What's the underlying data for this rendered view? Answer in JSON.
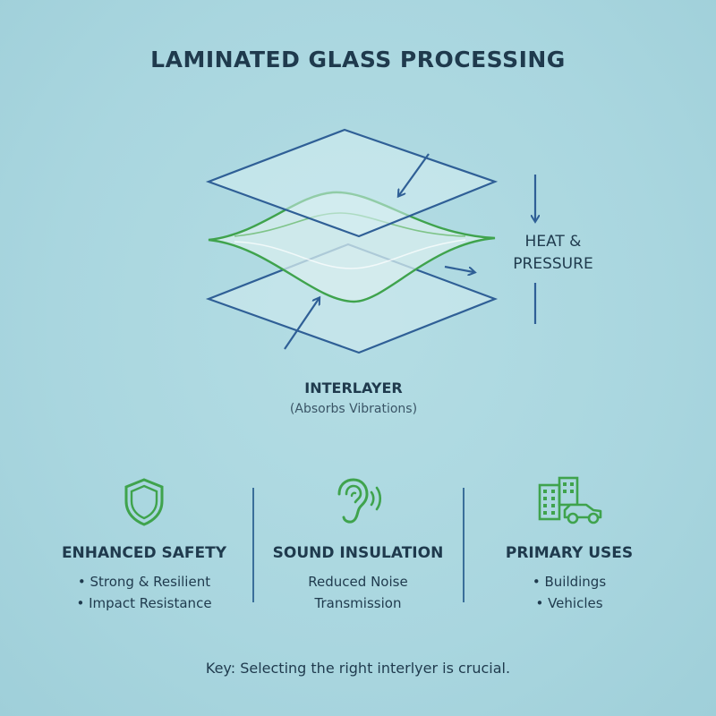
{
  "title": "LAMINATED GLASS PROCESSING",
  "process_label": [
    "HEAT &",
    "PRESSURE"
  ],
  "interlayer": {
    "title": "INTERLAYER",
    "subtitle": "(Absorbs Vibrations)"
  },
  "features": [
    {
      "icon": "shield-icon",
      "name": "ENHANCED SAFETY",
      "bullets": [
        "• Strong & Resilient",
        "• Impact Resistance"
      ]
    },
    {
      "icon": "ear-sound-icon",
      "name": "SOUND INSULATION",
      "lines": [
        "Reduced Noise",
        "Transmission"
      ]
    },
    {
      "icon": "building-car-icon",
      "name": "PRIMARY USES",
      "bullets": [
        "• Buildings",
        "• Vehicles"
      ]
    }
  ],
  "key_note": "Key: Selecting the right interlyer is crucial.",
  "colors": {
    "background": "#a9d6df",
    "glass_stroke": "#2f5f96",
    "interlayer_green": "#3fa34d",
    "text": "#1f3a4d"
  }
}
